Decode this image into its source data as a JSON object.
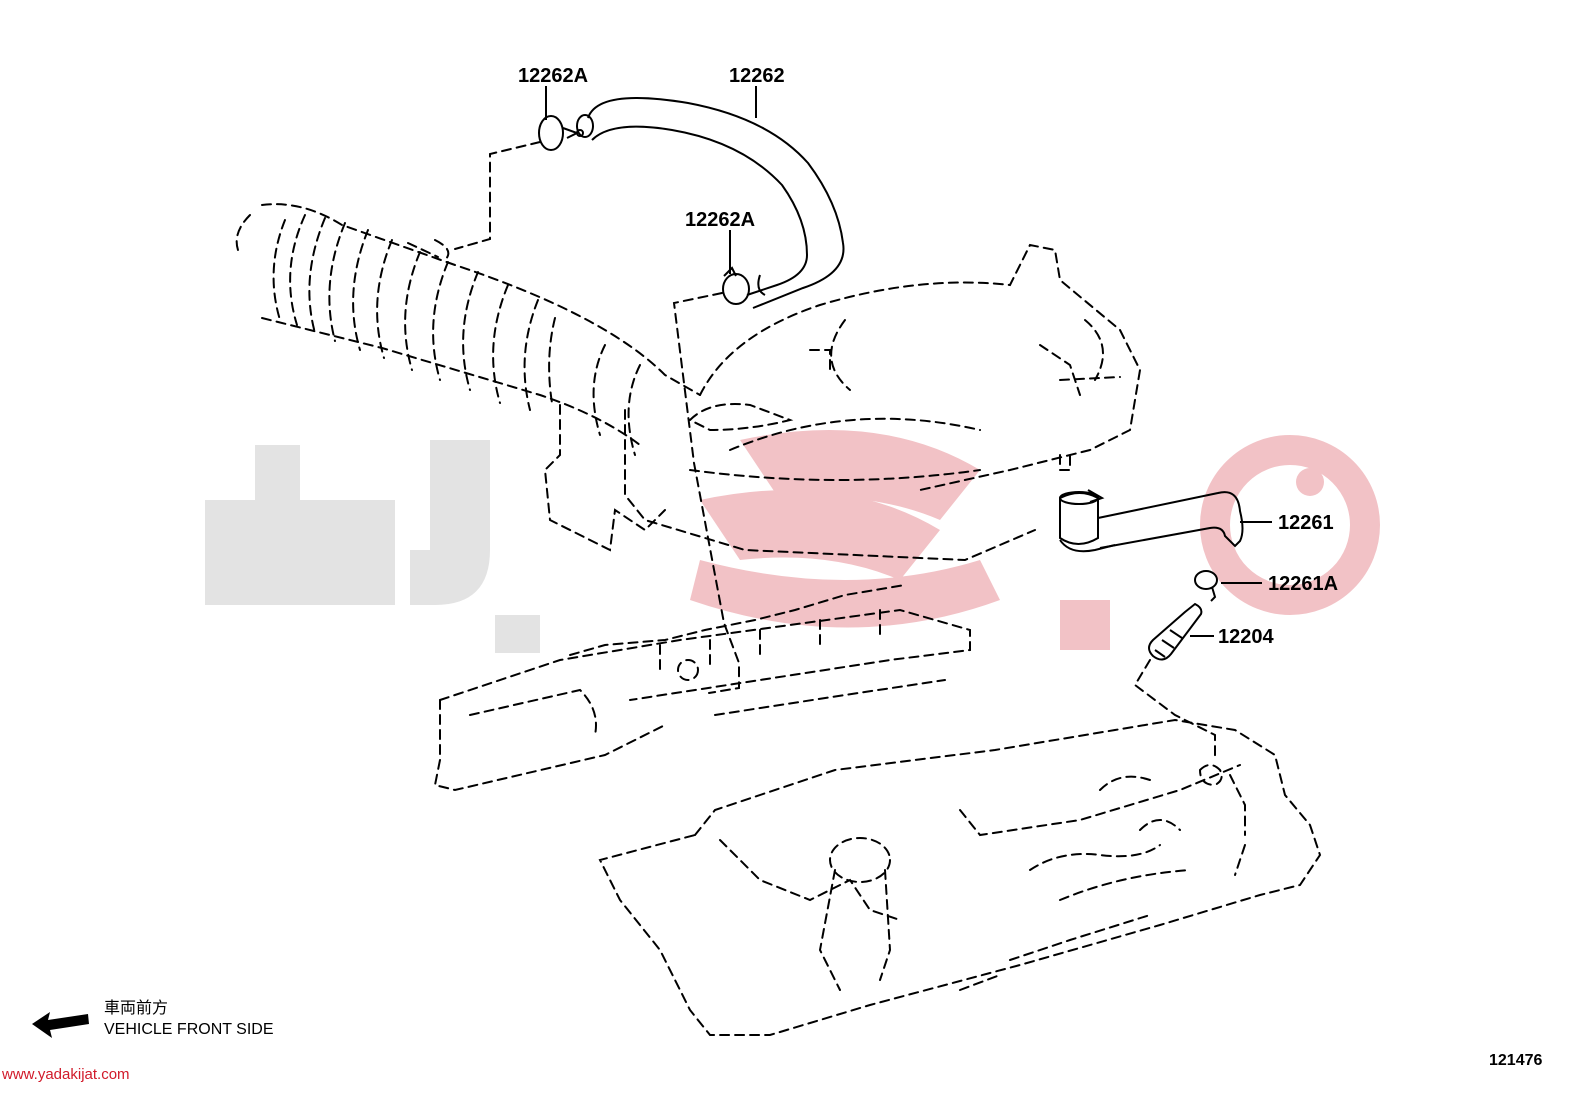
{
  "parts": {
    "p12262A_top": "12262A",
    "p12262": "12262",
    "p12262A_mid": "12262A",
    "p12261": "12261",
    "p12261A": "12261A",
    "p12204": "12204"
  },
  "legend": {
    "japanese": "車両前方",
    "english": "VEHICLE FRONT SIDE"
  },
  "footer": {
    "website": "www.yadakijat.com",
    "illustration_number": "121476"
  },
  "colors": {
    "line": "#000000",
    "watermark_gray": "#e3e3e3",
    "watermark_red": "#f2c2c6",
    "url": "#d11a2a"
  }
}
